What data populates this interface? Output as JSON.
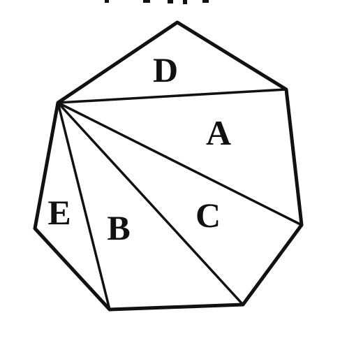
{
  "diagram": {
    "regions": [
      {
        "id": "D",
        "label": "D"
      },
      {
        "id": "A",
        "label": "A"
      },
      {
        "id": "C",
        "label": "C"
      },
      {
        "id": "B",
        "label": "B"
      },
      {
        "id": "E",
        "label": "E"
      }
    ],
    "ink_color": "#111111",
    "background_color": "#ffffff"
  }
}
